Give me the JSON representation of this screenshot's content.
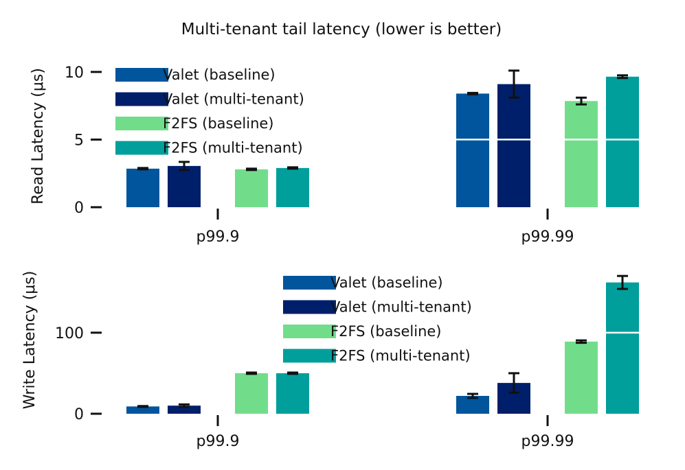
{
  "chart_data": [
    {
      "type": "bar",
      "title": "Multi-tenant tail latency (lower is better)",
      "xlabel": "",
      "ylabel": "Read Latency (μs)",
      "categories": [
        "p99.9",
        "p99.99"
      ],
      "ylim": [
        0,
        10.5
      ],
      "yticks": [
        0,
        5,
        10
      ],
      "grid": "horizontal",
      "legend": "top-left",
      "series": [
        {
          "name": "Valet (baseline)",
          "color": "#00559c",
          "values": [
            2.85,
            8.4
          ],
          "errors": [
            0.05,
            0.05
          ]
        },
        {
          "name": "Valet (multi-tenant)",
          "color": "#001f6b",
          "values": [
            3.05,
            9.1
          ],
          "errors": [
            0.3,
            1.0
          ]
        },
        {
          "name": "F2FS (baseline)",
          "color": "#71dd8b",
          "values": [
            2.8,
            7.85
          ],
          "errors": [
            0.05,
            0.25
          ]
        },
        {
          "name": "F2FS (multi-tenant)",
          "color": "#019f9b",
          "values": [
            2.9,
            9.65
          ],
          "errors": [
            0.05,
            0.1
          ]
        }
      ]
    },
    {
      "type": "bar",
      "title": "",
      "xlabel": "",
      "ylabel": "Write Latency (μs)",
      "categories": [
        "p99.9",
        "p99.99"
      ],
      "ylim": [
        0,
        182
      ],
      "yticks": [
        0,
        100
      ],
      "grid": "horizontal",
      "legend": "top-center",
      "series": [
        {
          "name": "Valet (baseline)",
          "color": "#00559c",
          "values": [
            9,
            22
          ],
          "errors": [
            0.5,
            2.5
          ]
        },
        {
          "name": "Valet (multi-tenant)",
          "color": "#001f6b",
          "values": [
            10,
            38
          ],
          "errors": [
            1.5,
            12
          ]
        },
        {
          "name": "F2FS (baseline)",
          "color": "#71dd8b",
          "values": [
            50,
            89
          ],
          "errors": [
            0.8,
            1.5
          ]
        },
        {
          "name": "F2FS (multi-tenant)",
          "color": "#019f9b",
          "values": [
            50,
            162
          ],
          "errors": [
            0.8,
            8
          ]
        }
      ]
    }
  ]
}
